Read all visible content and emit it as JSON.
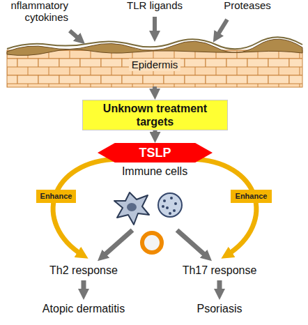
{
  "diagram": {
    "nodes": [
      {
        "text": [
          "Epidermis"
        ]
      },
      {
        "text": [
          "Unknown treatment targets"
        ]
      },
      {
        "text": [
          "TSLP"
        ]
      },
      {
        "text": [
          "Enhance"
        ]
      },
      {
        "text": [
          "Enhance"
        ]
      }
    ],
    "edges": [
      {
        "from": 0,
        "to": 1,
        "arrow": "to"
      },
      {
        "from": 1,
        "to": 2,
        "arrow": "to"
      }
    ],
    "labels": [
      "nflammatory cytokines",
      "TLR ligands",
      "Proteases",
      "Immune cells",
      "Th2 response",
      "Th17 response",
      "Atopic dermatitis",
      "Psoriasis"
    ]
  }
}
